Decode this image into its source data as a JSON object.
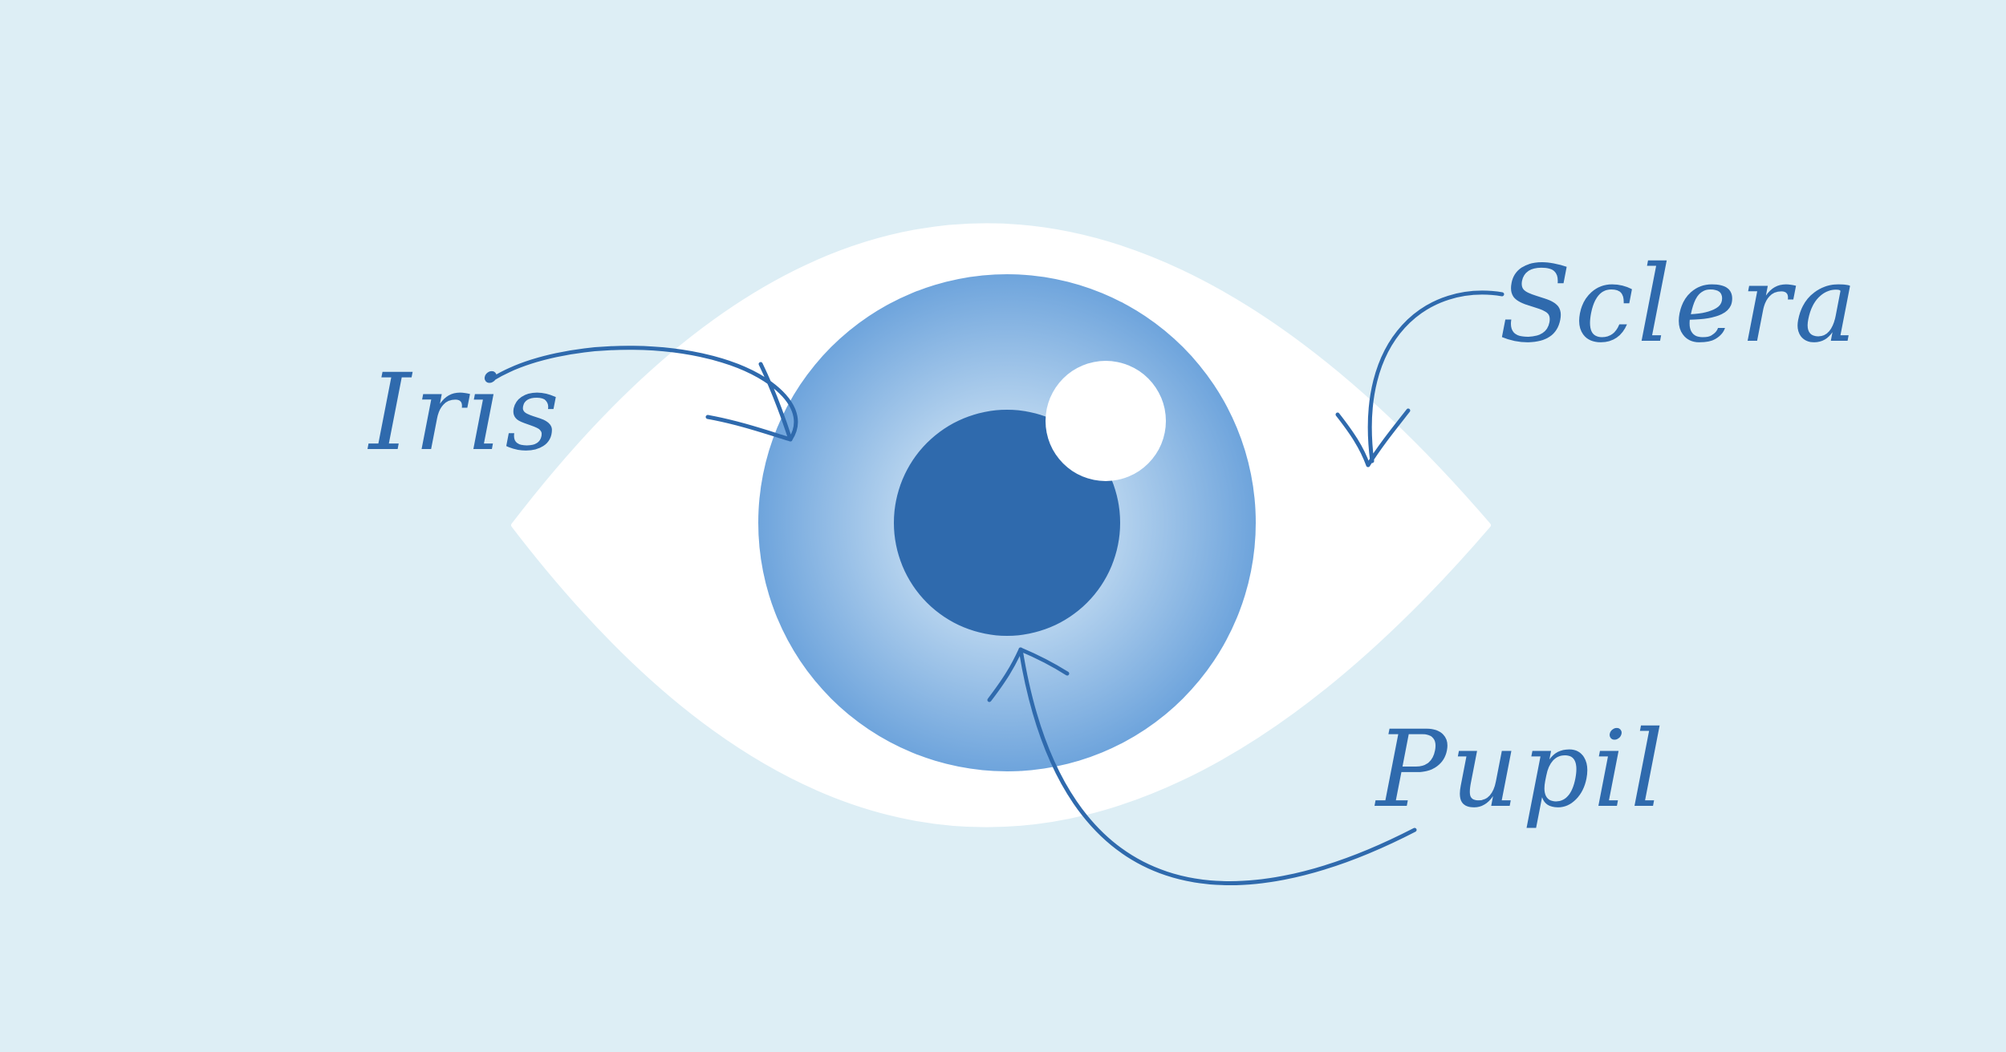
{
  "labels": {
    "iris": "Iris",
    "sclera": "Sclera",
    "pupil": "Pupil"
  },
  "colors": {
    "background": "#ddeef5",
    "sclera": "#ffffff",
    "iris_inner": "#c9e0f2",
    "iris_outer": "#6ea4dc",
    "pupil": "#2f6aad",
    "highlight": "#ffffff",
    "annotation": "#2f6aad"
  }
}
